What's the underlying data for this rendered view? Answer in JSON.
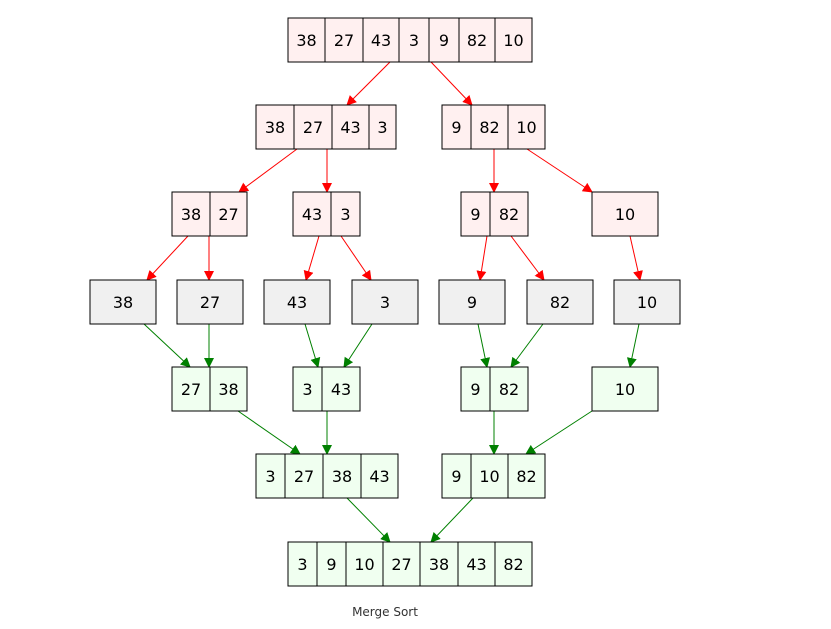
{
  "caption": "Merge Sort",
  "colors": {
    "split_fill": "#fff0f0",
    "leaf_fill": "#f0f0f0",
    "merge_fill": "#f0fff0",
    "split_edge": "#ff0000",
    "merge_edge": "#008000",
    "border": "#000000"
  },
  "nodes": [
    {
      "id": "s0",
      "kind": "split",
      "values": [
        "38",
        "27",
        "43",
        "3",
        "9",
        "82",
        "10"
      ]
    },
    {
      "id": "s1",
      "kind": "split",
      "values": [
        "38",
        "27",
        "43",
        "3"
      ]
    },
    {
      "id": "s2",
      "kind": "split",
      "values": [
        "9",
        "82",
        "10"
      ]
    },
    {
      "id": "s3",
      "kind": "split",
      "values": [
        "38",
        "27"
      ]
    },
    {
      "id": "s4",
      "kind": "split",
      "values": [
        "43",
        "3"
      ]
    },
    {
      "id": "s5",
      "kind": "split",
      "values": [
        "9",
        "82"
      ]
    },
    {
      "id": "s6",
      "kind": "split",
      "values": [
        "10"
      ]
    },
    {
      "id": "l1",
      "kind": "leaf",
      "values": [
        "38"
      ]
    },
    {
      "id": "l2",
      "kind": "leaf",
      "values": [
        "27"
      ]
    },
    {
      "id": "l3",
      "kind": "leaf",
      "values": [
        "43"
      ]
    },
    {
      "id": "l4",
      "kind": "leaf",
      "values": [
        "3"
      ]
    },
    {
      "id": "l5",
      "kind": "leaf",
      "values": [
        "9"
      ]
    },
    {
      "id": "l6",
      "kind": "leaf",
      "values": [
        "82"
      ]
    },
    {
      "id": "l7",
      "kind": "leaf",
      "values": [
        "10"
      ]
    },
    {
      "id": "m1",
      "kind": "merge",
      "values": [
        "27",
        "38"
      ]
    },
    {
      "id": "m2",
      "kind": "merge",
      "values": [
        "3",
        "43"
      ]
    },
    {
      "id": "m3",
      "kind": "merge",
      "values": [
        "9",
        "82"
      ]
    },
    {
      "id": "m4",
      "kind": "merge",
      "values": [
        "10"
      ]
    },
    {
      "id": "m5",
      "kind": "merge",
      "values": [
        "3",
        "27",
        "38",
        "43"
      ]
    },
    {
      "id": "m6",
      "kind": "merge",
      "values": [
        "9",
        "10",
        "82"
      ]
    },
    {
      "id": "m7",
      "kind": "merge",
      "values": [
        "3",
        "9",
        "10",
        "27",
        "38",
        "43",
        "82"
      ]
    }
  ],
  "edges": [
    {
      "from": "s0",
      "to": "s1",
      "kind": "split"
    },
    {
      "from": "s0",
      "to": "s2",
      "kind": "split"
    },
    {
      "from": "s1",
      "to": "s3",
      "kind": "split"
    },
    {
      "from": "s1",
      "to": "s4",
      "kind": "split"
    },
    {
      "from": "s2",
      "to": "s5",
      "kind": "split"
    },
    {
      "from": "s2",
      "to": "s6",
      "kind": "split"
    },
    {
      "from": "s3",
      "to": "l1",
      "kind": "split"
    },
    {
      "from": "s3",
      "to": "l2",
      "kind": "split"
    },
    {
      "from": "s4",
      "to": "l3",
      "kind": "split"
    },
    {
      "from": "s4",
      "to": "l4",
      "kind": "split"
    },
    {
      "from": "s5",
      "to": "l5",
      "kind": "split"
    },
    {
      "from": "s5",
      "to": "l6",
      "kind": "split"
    },
    {
      "from": "s6",
      "to": "l7",
      "kind": "split"
    },
    {
      "from": "l1",
      "to": "m1",
      "kind": "merge"
    },
    {
      "from": "l2",
      "to": "m1",
      "kind": "merge"
    },
    {
      "from": "l3",
      "to": "m2",
      "kind": "merge"
    },
    {
      "from": "l4",
      "to": "m2",
      "kind": "merge"
    },
    {
      "from": "l5",
      "to": "m3",
      "kind": "merge"
    },
    {
      "from": "l6",
      "to": "m3",
      "kind": "merge"
    },
    {
      "from": "l7",
      "to": "m4",
      "kind": "merge"
    },
    {
      "from": "m1",
      "to": "m5",
      "kind": "merge"
    },
    {
      "from": "m2",
      "to": "m5",
      "kind": "merge"
    },
    {
      "from": "m3",
      "to": "m6",
      "kind": "merge"
    },
    {
      "from": "m4",
      "to": "m6",
      "kind": "merge"
    },
    {
      "from": "m5",
      "to": "m7",
      "kind": "merge"
    },
    {
      "from": "m6",
      "to": "m7",
      "kind": "merge"
    }
  ]
}
